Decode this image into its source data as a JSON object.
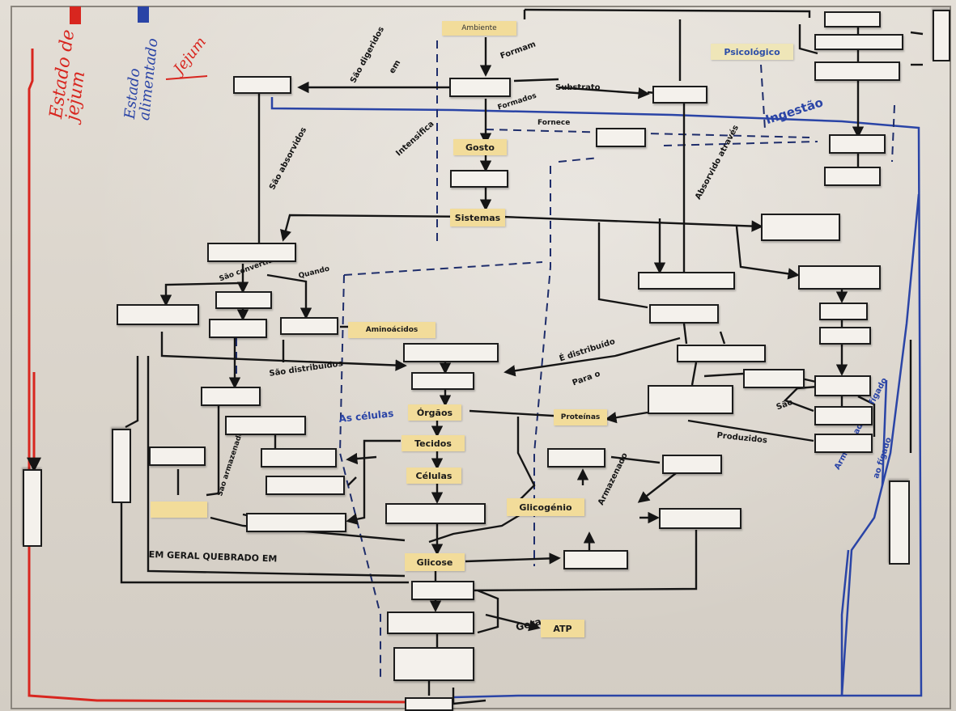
{
  "cards": {
    "c1": "",
    "c2": "",
    "c3": "",
    "c4": "",
    "c5": "",
    "c6": "",
    "c7": "",
    "c8": "",
    "c9": "",
    "c10": "",
    "c11": "",
    "c12": "",
    "c13": "",
    "c14": "",
    "c15": "",
    "c16": "",
    "c17": "",
    "c18": "",
    "c19": "",
    "c20": "",
    "c21": "",
    "c22": "",
    "c23": "",
    "c24": "",
    "c25": "",
    "c26": "",
    "c27": "",
    "c28": "",
    "c29": "",
    "c30": "",
    "c31": "",
    "c32": "",
    "c33": "",
    "c34": "",
    "c35": "",
    "c36": "",
    "c37": "",
    "c38": "",
    "c39": "",
    "c40": "",
    "c41": "",
    "c42": "",
    "c43": "",
    "c44": "",
    "c45": "",
    "c46": "",
    "c47": "",
    "c48": "",
    "c49": "",
    "c50": "",
    "c51": "",
    "c52": "",
    "c53": "",
    "c54": "",
    "c55": ""
  },
  "notes": {
    "ambiente": "Ambiente",
    "psicologico": "Psicológico",
    "gosto": "Gosto",
    "sistemas": "Sistemas",
    "aminoacidos": "Aminoácidos",
    "orgaos": "Órgãos",
    "tecidos": "Tecidos",
    "celulas": "Células",
    "proteinas": "Proteínas",
    "glicogenio": "Glicogénio",
    "glicose": "Glicose",
    "atp": "ATP",
    "n_left": "",
    "n_center": ""
  },
  "handwriting": {
    "legend_jejum": "Estado de jejum",
    "legend_alimentado": "Estado alimentado",
    "jejum_top": "Jejum",
    "sao_digeridos": "São digeridos",
    "em": "em",
    "formam": "Formam",
    "substrato": "Substrato",
    "intensifica": "Intensifica",
    "ingestao": "Ingestão",
    "sao_absorvidos": "São absorvidos",
    "absorvido_atraves": "Absorvido através",
    "sao_distribuidos": "São distribuídos",
    "sao_armazenados": "São armazenados",
    "e_distribuido": "É distribuído",
    "para_o": "Para o",
    "em_geral": "EM GERAL QUEBRADO EM",
    "produzidos": "Produzidos",
    "sao": "São",
    "armazenado": "Armazenado",
    "gera": "Gera",
    "ao_figado": "ao fígado",
    "top_right": "",
    "dx": "",
    "as_celulas": "As células",
    "sao_convertidos": "São convertidos",
    "armazena_lipido": "Armazenado no fígado",
    "formados": "Formados",
    "fornece": "Fornece",
    "quando": "Quando",
    "sao_armaz2": ""
  },
  "colors": {
    "red": "#d8261f",
    "blue": "#2a44a6",
    "ink": "#151515",
    "sticky": "#f2dc9a",
    "card": "#f4f1ec",
    "board": "#dcd6cd"
  }
}
